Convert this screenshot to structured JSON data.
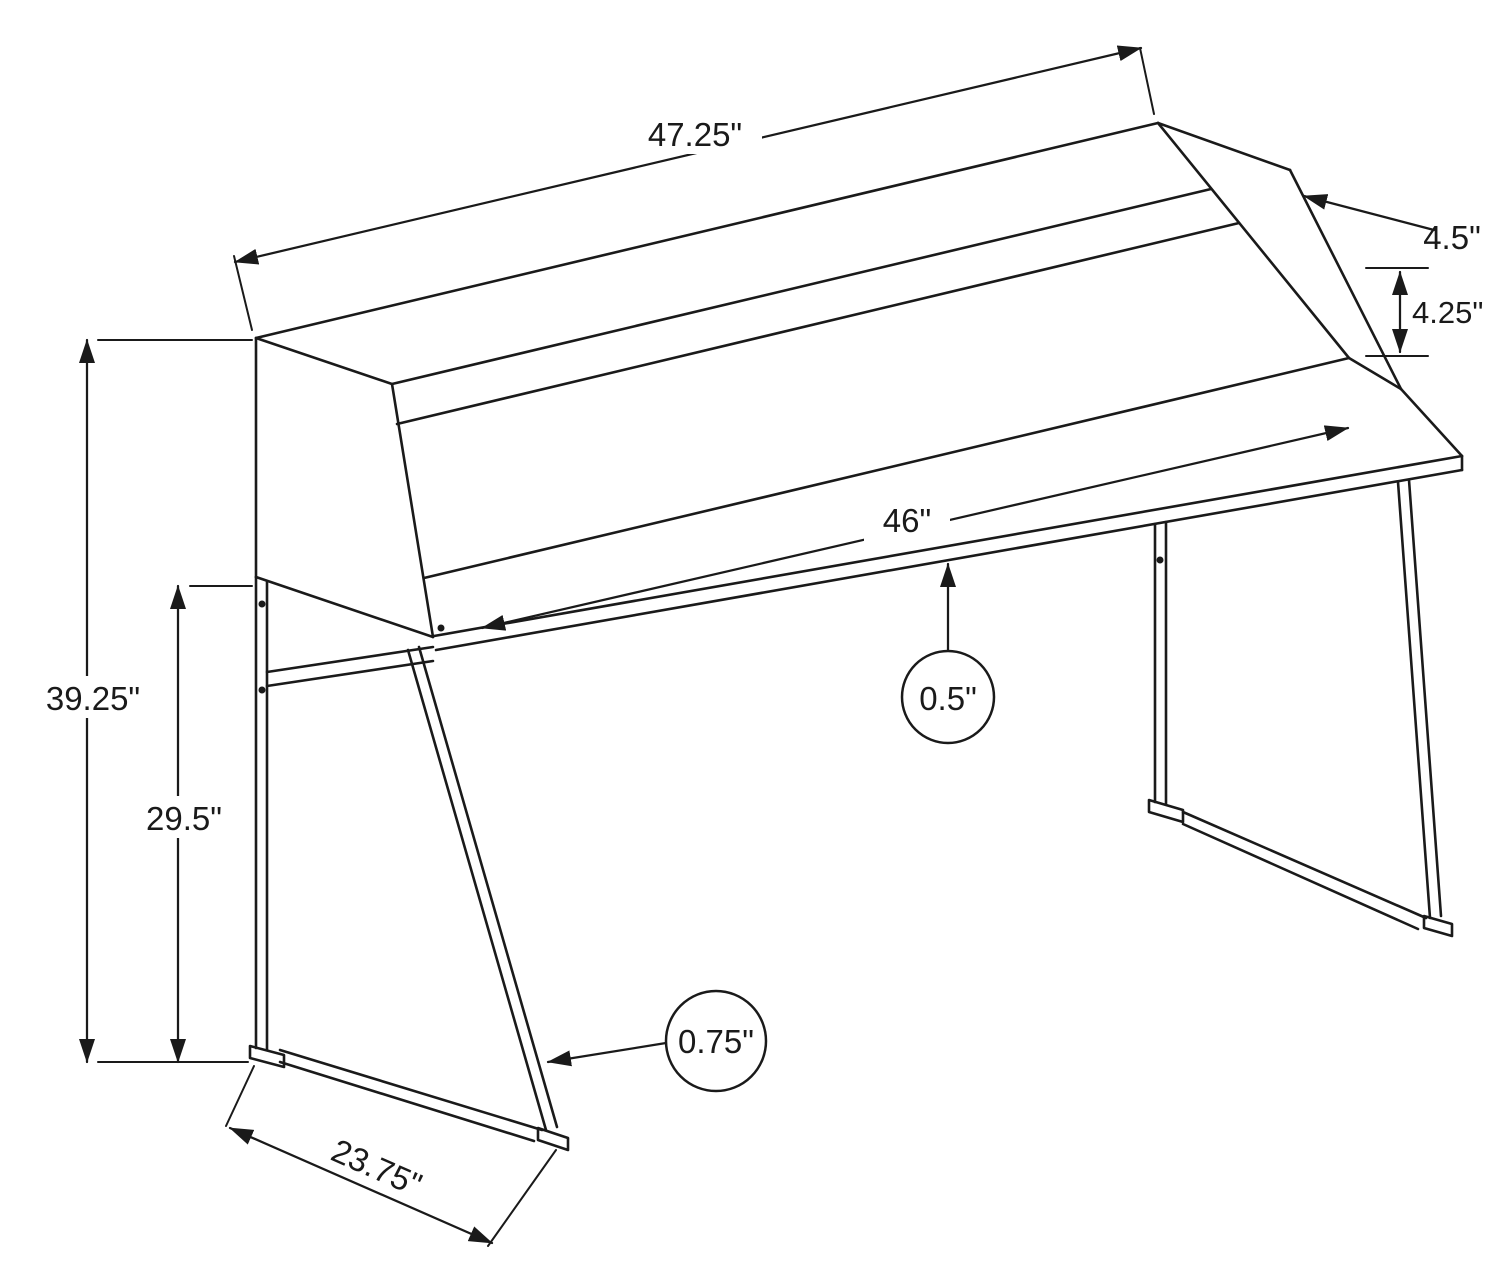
{
  "dims": {
    "top_width": "47.25\"",
    "shelf_depth": "4.5\"",
    "shelf_gap": "4.25\"",
    "desktop_width": "46\"",
    "desktop_thickness": "0.5\"",
    "overall_height": "39.25\"",
    "surface_height": "29.5\"",
    "frame_thickness": "0.75\"",
    "base_depth": "23.75\""
  },
  "colors": {
    "line": "#1a1a1a",
    "background": "#ffffff"
  }
}
